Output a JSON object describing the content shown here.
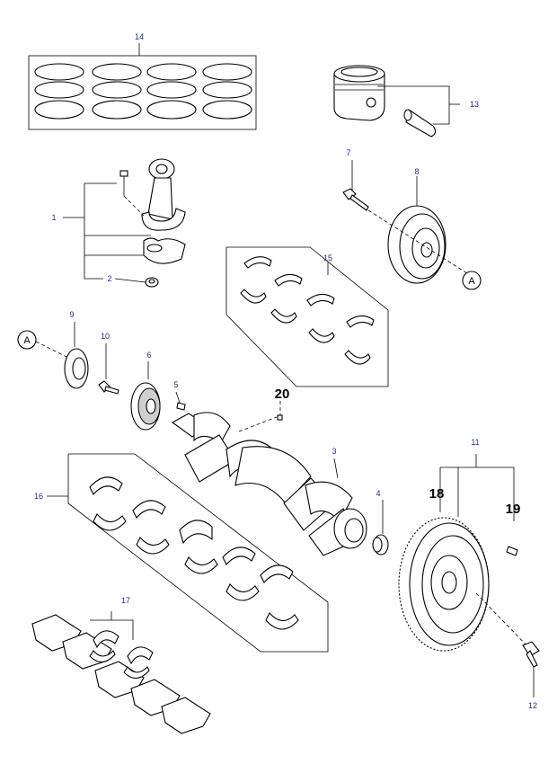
{
  "callouts": {
    "c1": "1",
    "c2": "2",
    "c3": "3",
    "c4": "4",
    "c5": "5",
    "c6": "6",
    "c7": "7",
    "c8": "8",
    "c9": "9",
    "c10": "10",
    "c11": "11",
    "c12": "12",
    "c13": "13",
    "c14": "14",
    "c15": "15",
    "c16": "16",
    "c17": "17",
    "c18": "18",
    "c19": "19",
    "c20": "20"
  },
  "refs": {
    "a_top": "A",
    "a_left": "A"
  },
  "colors": {
    "callout_text": "#1e2f8c",
    "line": "#000000",
    "background": "#ffffff"
  }
}
